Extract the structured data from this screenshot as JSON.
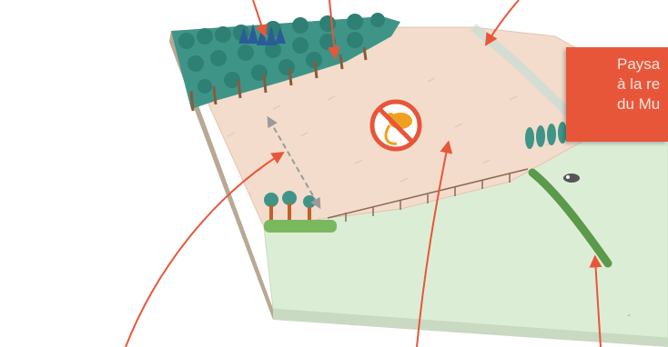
{
  "illustration": {
    "colors": {
      "arrow": "#e8563a",
      "field": "#f3d9c8",
      "meadow": "#d9ecd3",
      "forest": "#3a8f86",
      "trunk": "#8b5a3c",
      "hedge": "#5a9a4a",
      "no_entry": "#e8563a",
      "dormouse": "#f0a020",
      "dashed_arrow": "#9a9a9a"
    },
    "icons": [
      "no-entry-icon",
      "dormouse-icon"
    ]
  },
  "callout": {
    "lines": [
      "Paysa",
      "à la re",
      "du Mu"
    ],
    "background": "#e8563a",
    "text_color": "#fbe5dc"
  }
}
